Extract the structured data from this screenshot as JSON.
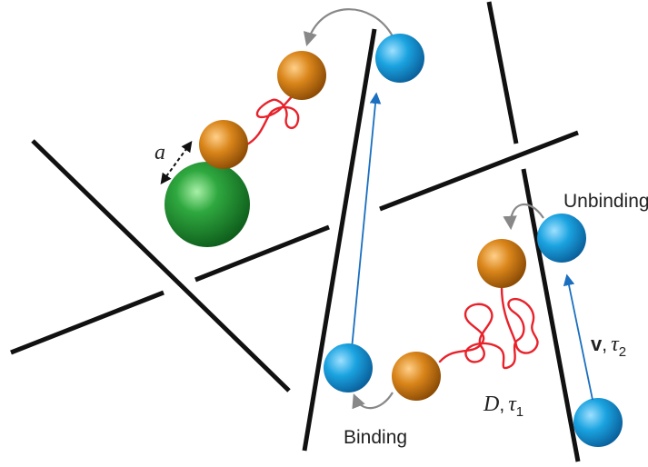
{
  "labels": {
    "distance": "a",
    "binding": "Binding",
    "unbinding": "Unbinding",
    "diffusion_symbol": "D",
    "diffusion_tau": "τ",
    "diffusion_tau_sub": "1",
    "velocity_symbol": "v",
    "velocity_tau": "τ",
    "velocity_tau_sub": "2",
    "comma": ","
  },
  "colors": {
    "filament": "#111111",
    "tether": "#e8222b",
    "motor_head": "#1aa3e0",
    "tail_bead": "#d07a10",
    "cargo": "#1f9a35",
    "step_arrow": "#1a6fc0",
    "transition_arrow": "#888888"
  }
}
